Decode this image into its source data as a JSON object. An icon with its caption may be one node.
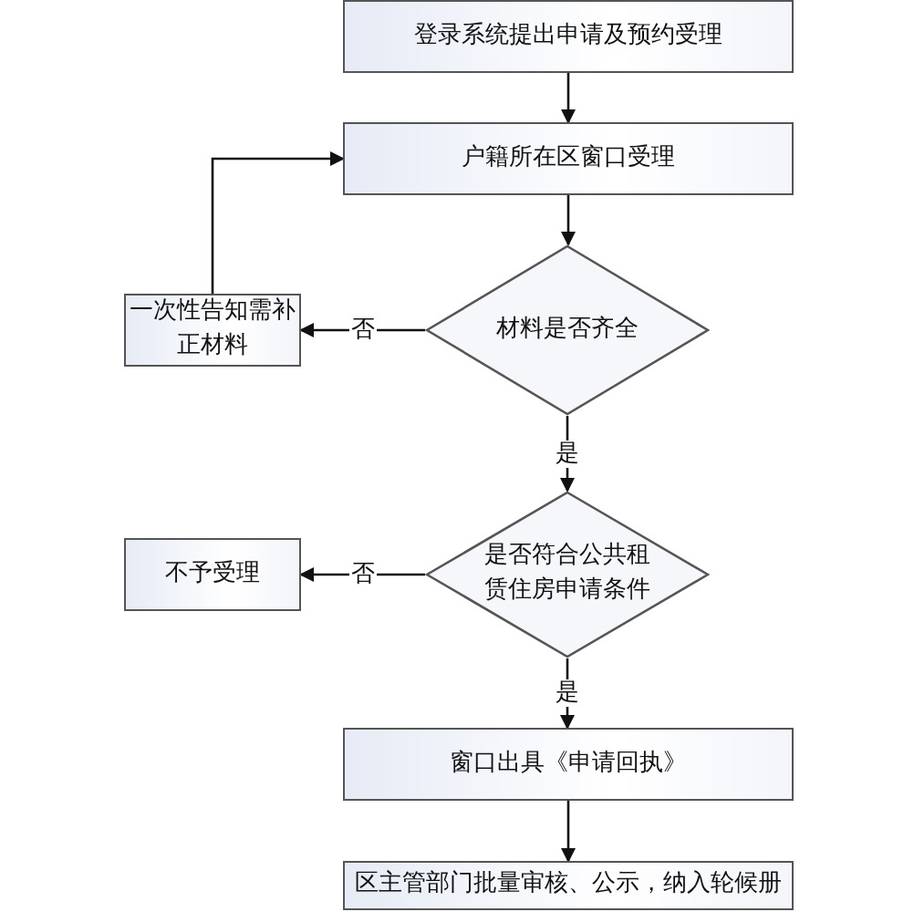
{
  "diagram": {
    "nodes": [
      {
        "text": [
          "登录系统提出申请及预约受理"
        ]
      },
      {
        "text": [
          "户籍所在区窗口受理"
        ]
      },
      {
        "text": [
          "材料是否齐全"
        ]
      },
      {
        "text": [
          "一次性告知需补正材料"
        ]
      },
      {
        "text": [
          "是否符合公共租赁住房申请条件"
        ]
      },
      {
        "text": [
          "不予受理"
        ]
      },
      {
        "text": [
          "窗口出具《申请回执》"
        ]
      },
      {
        "text": [
          "区主管部门批量审核、公示，纳入轮候册"
        ]
      }
    ],
    "edges": [
      {
        "from": 0,
        "to": 1,
        "arrow": "to"
      },
      {
        "from": 1,
        "to": 2,
        "arrow": "to"
      },
      {
        "from": 2,
        "to": 3,
        "arrow": "to",
        "label": "否"
      },
      {
        "from": 3,
        "to": 1,
        "arrow": "to"
      },
      {
        "from": 2,
        "to": 4,
        "arrow": "to",
        "label": "是"
      },
      {
        "from": 4,
        "to": 5,
        "arrow": "to",
        "label": "否"
      },
      {
        "from": 4,
        "to": 6,
        "arrow": "to",
        "label": "是"
      },
      {
        "from": 6,
        "to": 7,
        "arrow": "to"
      }
    ]
  }
}
